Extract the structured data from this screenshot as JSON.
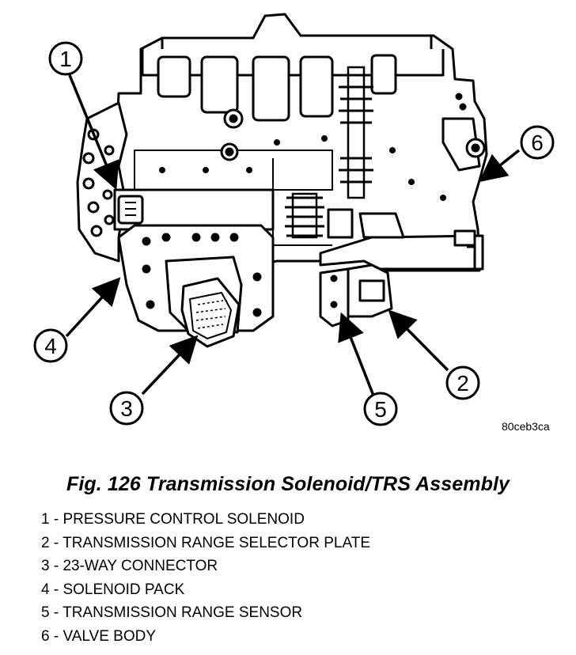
{
  "image_code": "80ceb3ca",
  "caption": "Fig. 126 Transmission Solenoid/TRS Assembly",
  "callouts": [
    "1",
    "2",
    "3",
    "4",
    "5",
    "6"
  ],
  "legend": [
    "1 - PRESSURE CONTROL SOLENOID",
    "2 - TRANSMISSION RANGE SELECTOR PLATE",
    "3 - 23-WAY CONNECTOR",
    "4 - SOLENOID PACK",
    "5 - TRANSMISSION RANGE SENSOR",
    "6 - VALVE BODY"
  ]
}
